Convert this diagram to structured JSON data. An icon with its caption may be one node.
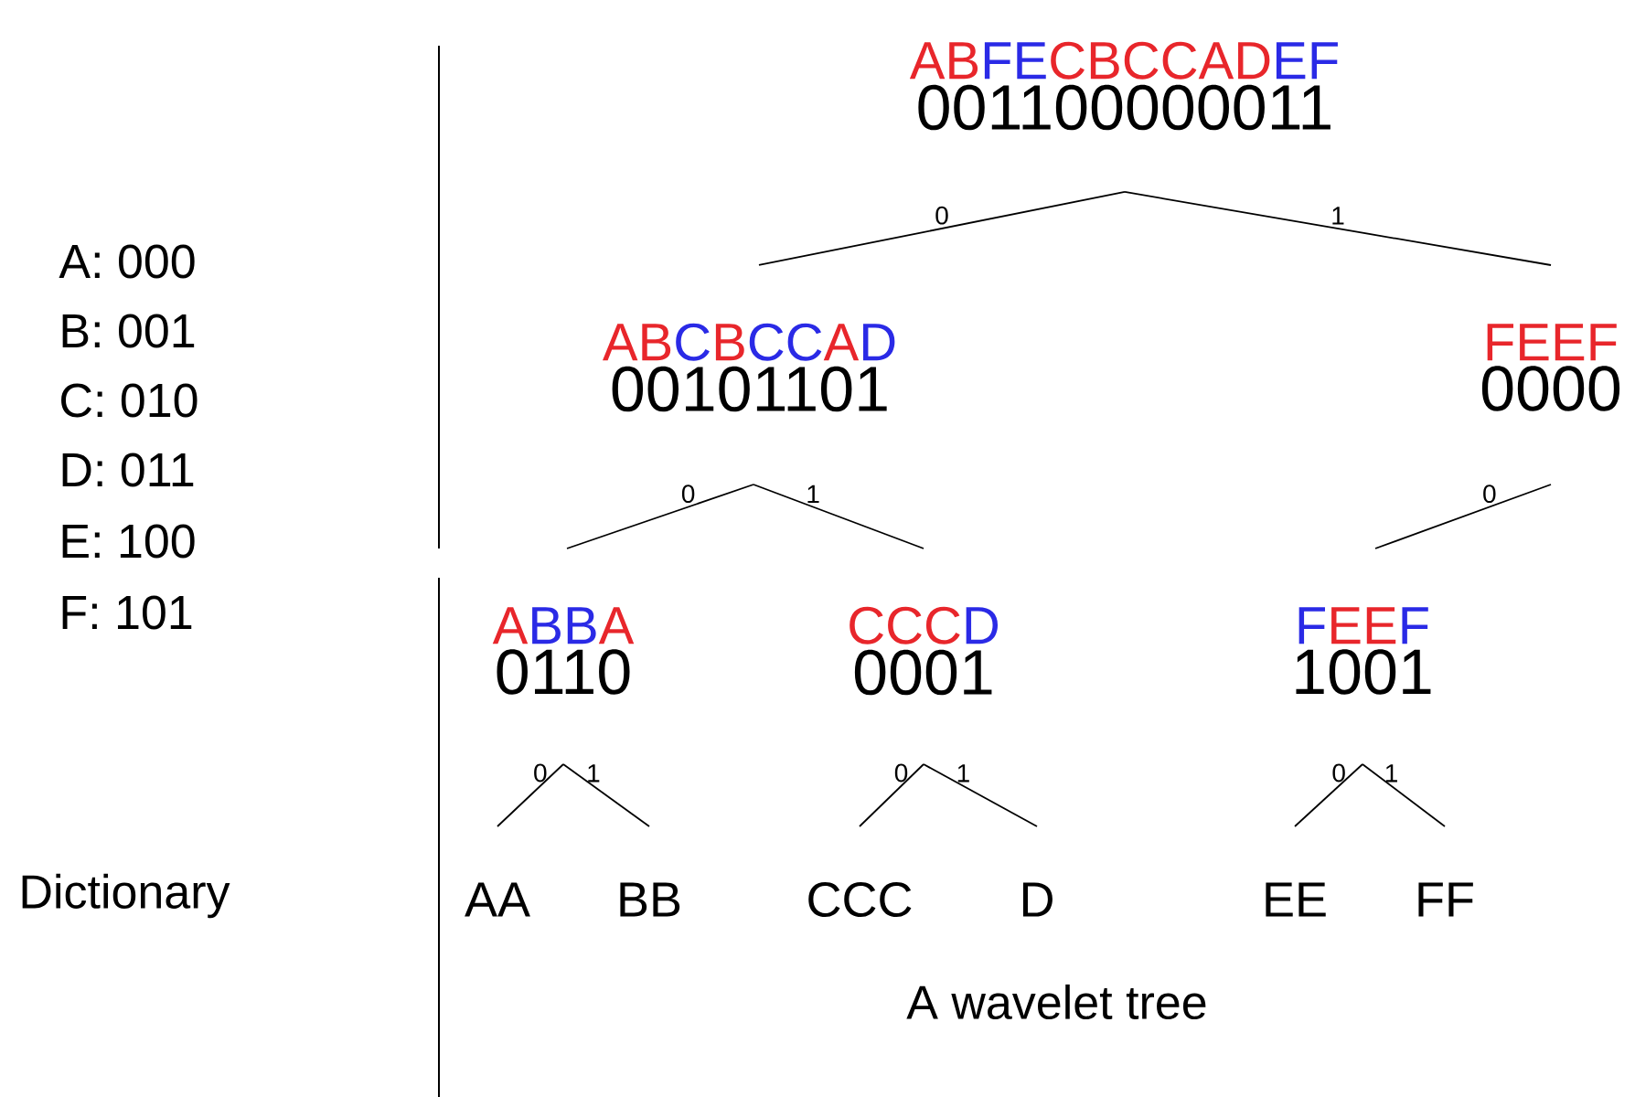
{
  "diagram": {
    "nodes": [
      {
        "text": [
          "ABFECBCCADEF",
          "001100000011"
        ]
      },
      {
        "text": [
          "ABCBCCAD",
          "00101101"
        ]
      },
      {
        "text": [
          "FEEF",
          "0000"
        ]
      },
      {
        "text": [
          "ABBA",
          "0110"
        ]
      },
      {
        "text": [
          "CCCD",
          "0001"
        ]
      },
      {
        "text": [
          "FEEF",
          "1001"
        ]
      },
      {
        "text": [
          "AA"
        ]
      },
      {
        "text": [
          "BB"
        ]
      },
      {
        "text": [
          "CCC"
        ]
      },
      {
        "text": [
          "D"
        ]
      },
      {
        "text": [
          "EE"
        ]
      },
      {
        "text": [
          "FF"
        ]
      }
    ],
    "edges": [
      {
        "from": 0,
        "to": 1,
        "arrow": "none",
        "label": "0"
      },
      {
        "from": 0,
        "to": 2,
        "arrow": "none",
        "label": "1"
      },
      {
        "from": 1,
        "to": 3,
        "arrow": "none",
        "label": "0"
      },
      {
        "from": 1,
        "to": 4,
        "arrow": "none",
        "label": "1"
      },
      {
        "from": 2,
        "to": 5,
        "arrow": "none",
        "label": "0"
      },
      {
        "from": 3,
        "to": 6,
        "arrow": "none",
        "label": "0"
      },
      {
        "from": 3,
        "to": 7,
        "arrow": "none",
        "label": "1"
      },
      {
        "from": 4,
        "to": 8,
        "arrow": "none",
        "label": "0"
      },
      {
        "from": 4,
        "to": 9,
        "arrow": "none",
        "label": "1"
      },
      {
        "from": 5,
        "to": 10,
        "arrow": "none",
        "label": "0"
      },
      {
        "from": 5,
        "to": 11,
        "arrow": "none",
        "label": "1"
      }
    ],
    "labels": [
      "A: 000",
      "B: 001",
      "C: 010",
      "D: 011",
      "E: 100",
      "F: 101",
      "Dictionary",
      "A wavelet tree"
    ]
  }
}
